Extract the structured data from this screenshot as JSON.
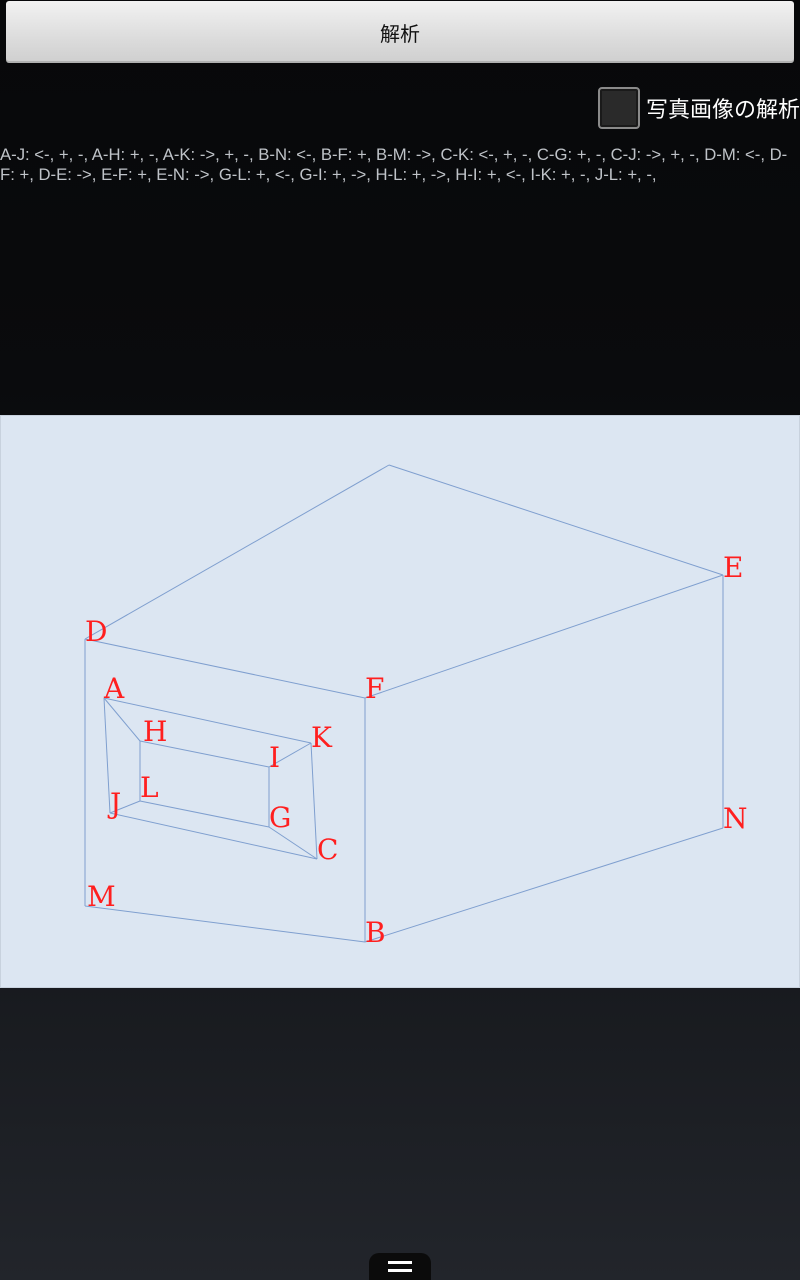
{
  "toolbar": {
    "analyze_label": "解析"
  },
  "options": {
    "photo_analysis_label": "写真画像の解析",
    "photo_analysis_checked": false
  },
  "result": {
    "text": "A-J: <-, +, -,  A-H: +, -,  A-K: ->, +, -,  B-N: <-,  B-F: +,  B-M: ->,  C-K: <-, +, -,  C-G: +, -,  C-J: ->, +, -,  D-M: <-,  D-F: +,  D-E: ->,  E-F: +,  E-N: ->,  G-L: +, <-,  G-I: +, ->,  H-L: +, ->,  H-I: +, <-,  I-K: +, -,  J-L: +, -,"
  },
  "drawing": {
    "line_color": "#7f9fcf",
    "label_color": "#ff1f1f",
    "background": "#dce6f2",
    "labels": {
      "A": "A",
      "B": "B",
      "C": "C",
      "D": "D",
      "E": "E",
      "F": "F",
      "G": "G",
      "H": "H",
      "I": "I",
      "J": "J",
      "K": "K",
      "L": "L",
      "M": "M",
      "N": "N"
    }
  },
  "navigation": {
    "menu_icon": "menu-icon"
  }
}
